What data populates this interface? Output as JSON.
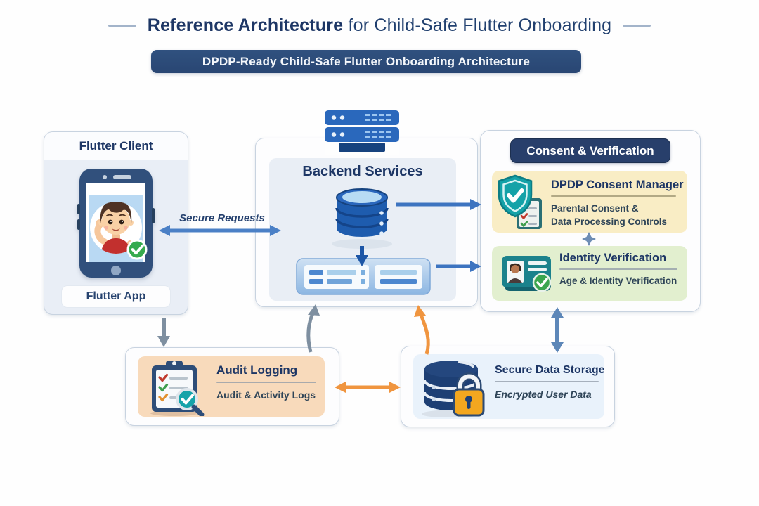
{
  "header": {
    "title_strong": "Reference Architecture",
    "title_rest": "for Child-Safe Flutter Onboarding",
    "banner": "DPDP-Ready Child-Safe Flutter Onboarding Architecture"
  },
  "flutter_client": {
    "title": "Flutter Client",
    "app_label": "Flutter App"
  },
  "backend": {
    "title": "Backend Services"
  },
  "consent": {
    "header": "Consent & Verification",
    "dpdp_title": "DPDP Consent Manager",
    "dpdp_line1": "Parental Consent &",
    "dpdp_line2": "Data Processing Controls",
    "identity_title": "Identity Verification",
    "identity_subtitle": "Age & Identity Verification"
  },
  "audit": {
    "title": "Audit Logging",
    "subtitle": "Audit & Activity Logs"
  },
  "storage": {
    "title": "Secure Data Storage",
    "subtitle": "Encrypted User Data"
  },
  "edges": {
    "secure_requests": "Secure Requests"
  },
  "icons": {
    "phone": "smartphone-with-child-avatar-and-check",
    "server_rack": "server-rack",
    "database": "database-cylinder",
    "api_panel": "server-panel",
    "shield_consent": "shield-check-with-consent-form",
    "id_card": "identity-card-with-check",
    "audit_clipboard": "clipboard-checklist-with-magnifier",
    "secure_db": "database-with-padlock"
  },
  "colors": {
    "navy_text": "#1d3665",
    "banner_bg": "#2d4b7c",
    "consent_pill_bg": "#283f6b",
    "arrow_blue": "#3d74c0",
    "arrow_gray": "#7e8fa0",
    "arrow_orange": "#f0953f",
    "arrow_steel": "#5d87b8",
    "card_cream": "#f9edc5",
    "card_green": "#e2efcf",
    "card_peach": "#f8dabb",
    "card_lightblue": "#e9f2fb",
    "teal": "#14a2a8",
    "check_green": "#36aa4d",
    "lock_orange": "#f3a71f"
  }
}
